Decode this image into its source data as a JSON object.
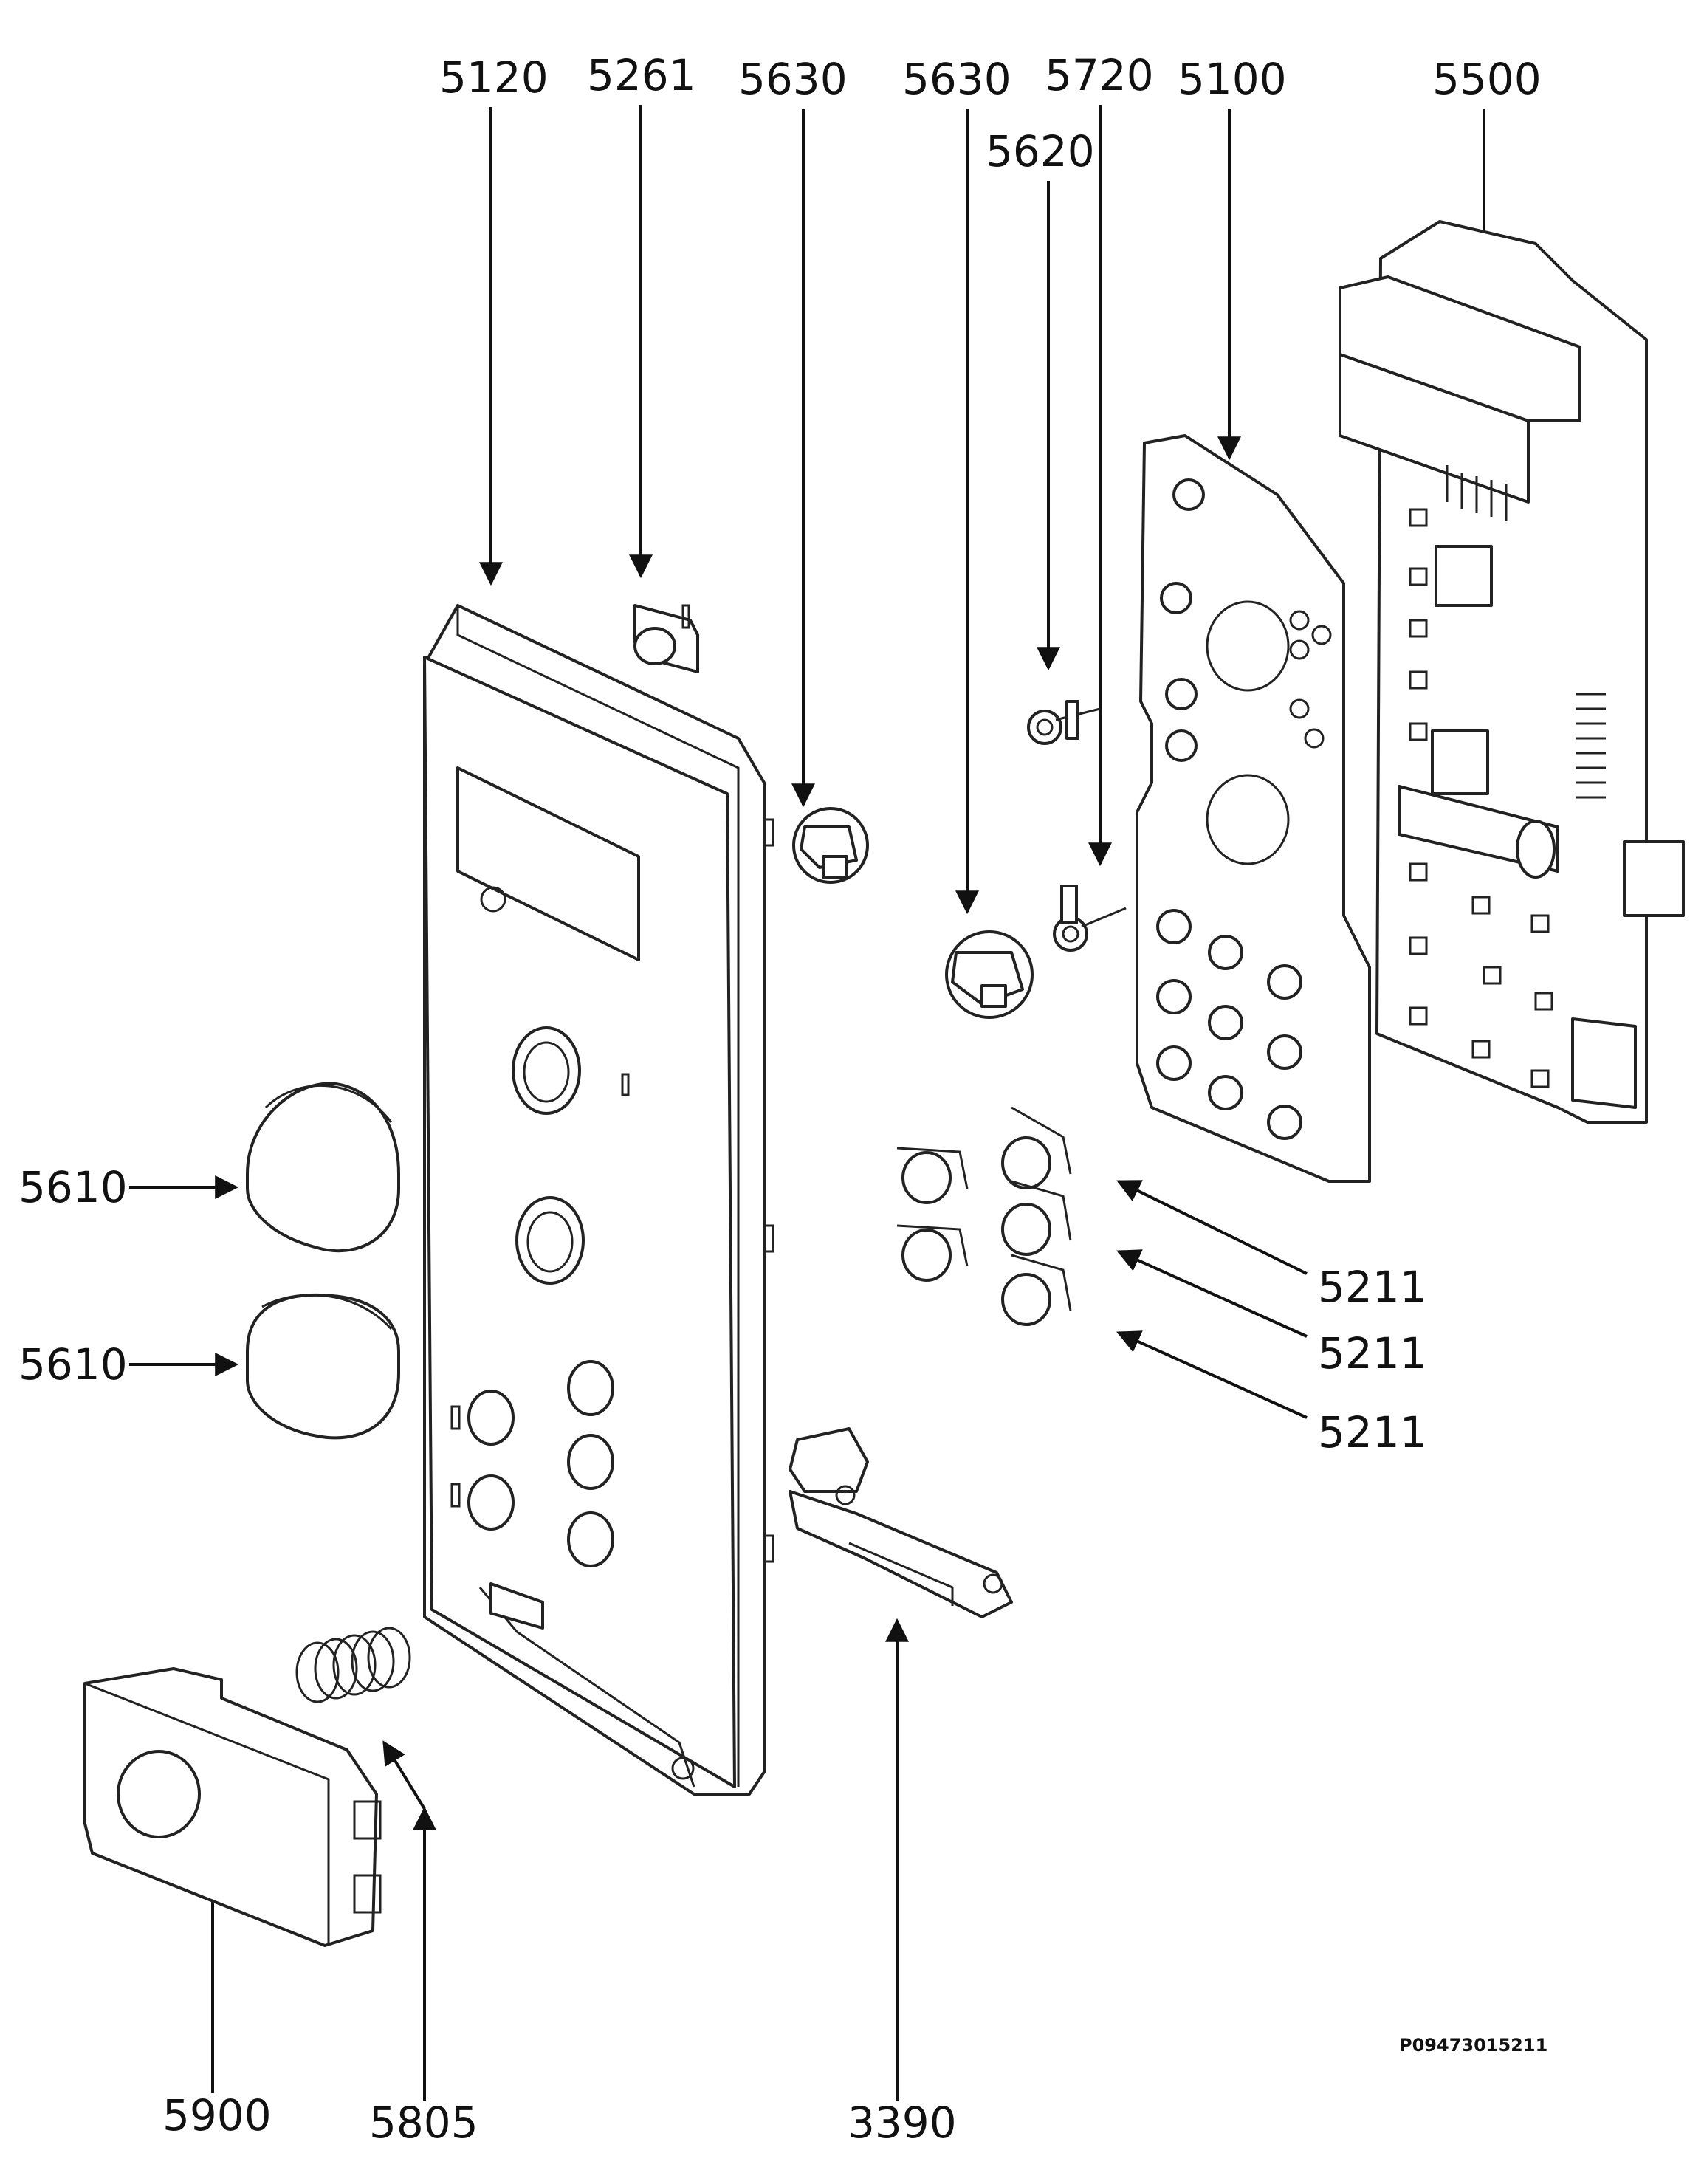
{
  "diagram": {
    "drawing_code": "P09473015211",
    "callouts": [
      {
        "id": "c5120",
        "label": "5120"
      },
      {
        "id": "c5261",
        "label": "5261"
      },
      {
        "id": "c5630a",
        "label": "5630"
      },
      {
        "id": "c5630b",
        "label": "5630"
      },
      {
        "id": "c5720",
        "label": "5720"
      },
      {
        "id": "c5620",
        "label": "5620"
      },
      {
        "id": "c5100",
        "label": "5100"
      },
      {
        "id": "c5500",
        "label": "5500"
      },
      {
        "id": "c5610a",
        "label": "5610"
      },
      {
        "id": "c5610b",
        "label": "5610"
      },
      {
        "id": "c5211a",
        "label": "5211"
      },
      {
        "id": "c5211b",
        "label": "5211"
      },
      {
        "id": "c5211c",
        "label": "5211"
      },
      {
        "id": "c5900",
        "label": "5900"
      },
      {
        "id": "c5805",
        "label": "5805"
      },
      {
        "id": "c3390",
        "label": "3390"
      }
    ]
  }
}
